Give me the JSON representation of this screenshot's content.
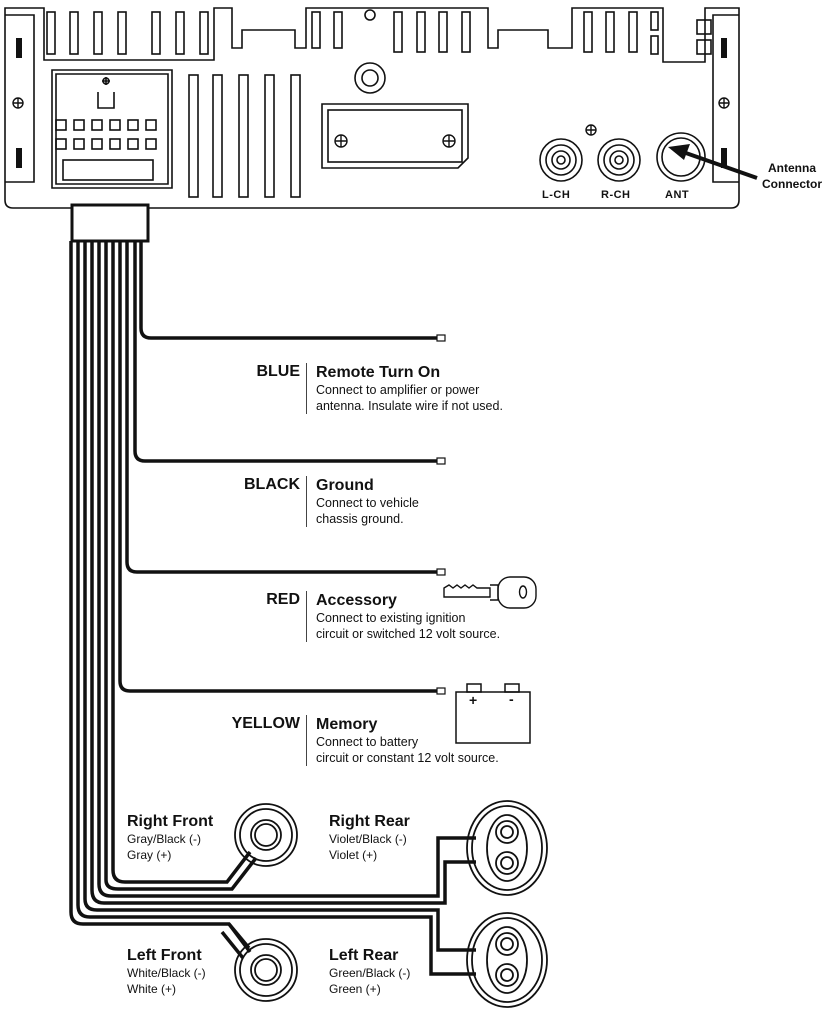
{
  "jacks": {
    "left": "L-CH",
    "right": "R-CH",
    "antenna": "ANT"
  },
  "antenna_callout": {
    "line1": "Antenna",
    "line2": "Connector"
  },
  "wires": [
    {
      "color": "BLUE",
      "title": "Remote Turn On",
      "desc1": "Connect to amplifier or power",
      "desc2": "antenna. Insulate wire if not used."
    },
    {
      "color": "BLACK",
      "title": "Ground",
      "desc1": "Connect to vehicle",
      "desc2": "chassis ground."
    },
    {
      "color": "RED",
      "title": "Accessory",
      "desc1": "Connect to existing ignition",
      "desc2": "circuit or switched 12 volt source."
    },
    {
      "color": "YELLOW",
      "title": "Memory",
      "desc1": "Connect to battery",
      "desc2": "circuit or constant 12 volt source."
    }
  ],
  "battery": {
    "plus": "+",
    "minus": "-"
  },
  "speakers": {
    "right_front": {
      "title": "Right Front",
      "neg": "Gray/Black (-)",
      "pos": "Gray (+)"
    },
    "right_rear": {
      "title": "Right Rear",
      "neg": "Violet/Black (-)",
      "pos": "Violet (+)"
    },
    "left_front": {
      "title": "Left Front",
      "neg": "White/Black (-)",
      "pos": "White (+)"
    },
    "left_rear": {
      "title": "Left Rear",
      "neg": "Green/Black (-)",
      "pos": "Green (+)"
    }
  }
}
